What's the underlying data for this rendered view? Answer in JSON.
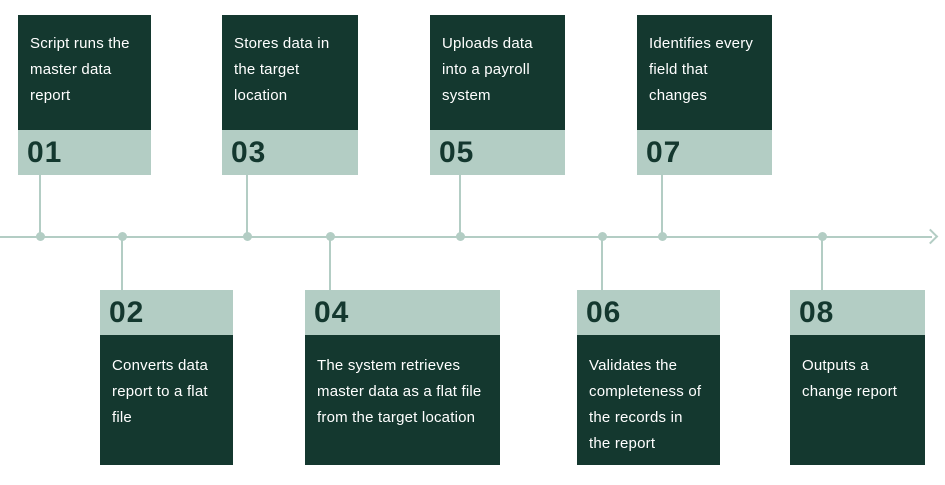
{
  "colors": {
    "dark": "#14382F",
    "sage": "#B3CDC4"
  },
  "timeline": {
    "direction": "left-to-right",
    "arrow_icon": "arrow-right"
  },
  "steps": [
    {
      "number": "01",
      "text": "Script runs the master data report",
      "side": "top"
    },
    {
      "number": "02",
      "text": "Converts data report to a flat file",
      "side": "bottom"
    },
    {
      "number": "03",
      "text": "Stores data in the target location",
      "side": "top"
    },
    {
      "number": "04",
      "text": "The system retrieves master data as a flat file from the target location",
      "side": "bottom"
    },
    {
      "number": "05",
      "text": "Uploads data into a payroll system",
      "side": "top"
    },
    {
      "number": "06",
      "text": "Validates the completeness of the records in the report",
      "side": "bottom"
    },
    {
      "number": "07",
      "text": "Identifies every field that changes",
      "side": "top"
    },
    {
      "number": "08",
      "text": "Outputs a change report",
      "side": "bottom"
    }
  ]
}
